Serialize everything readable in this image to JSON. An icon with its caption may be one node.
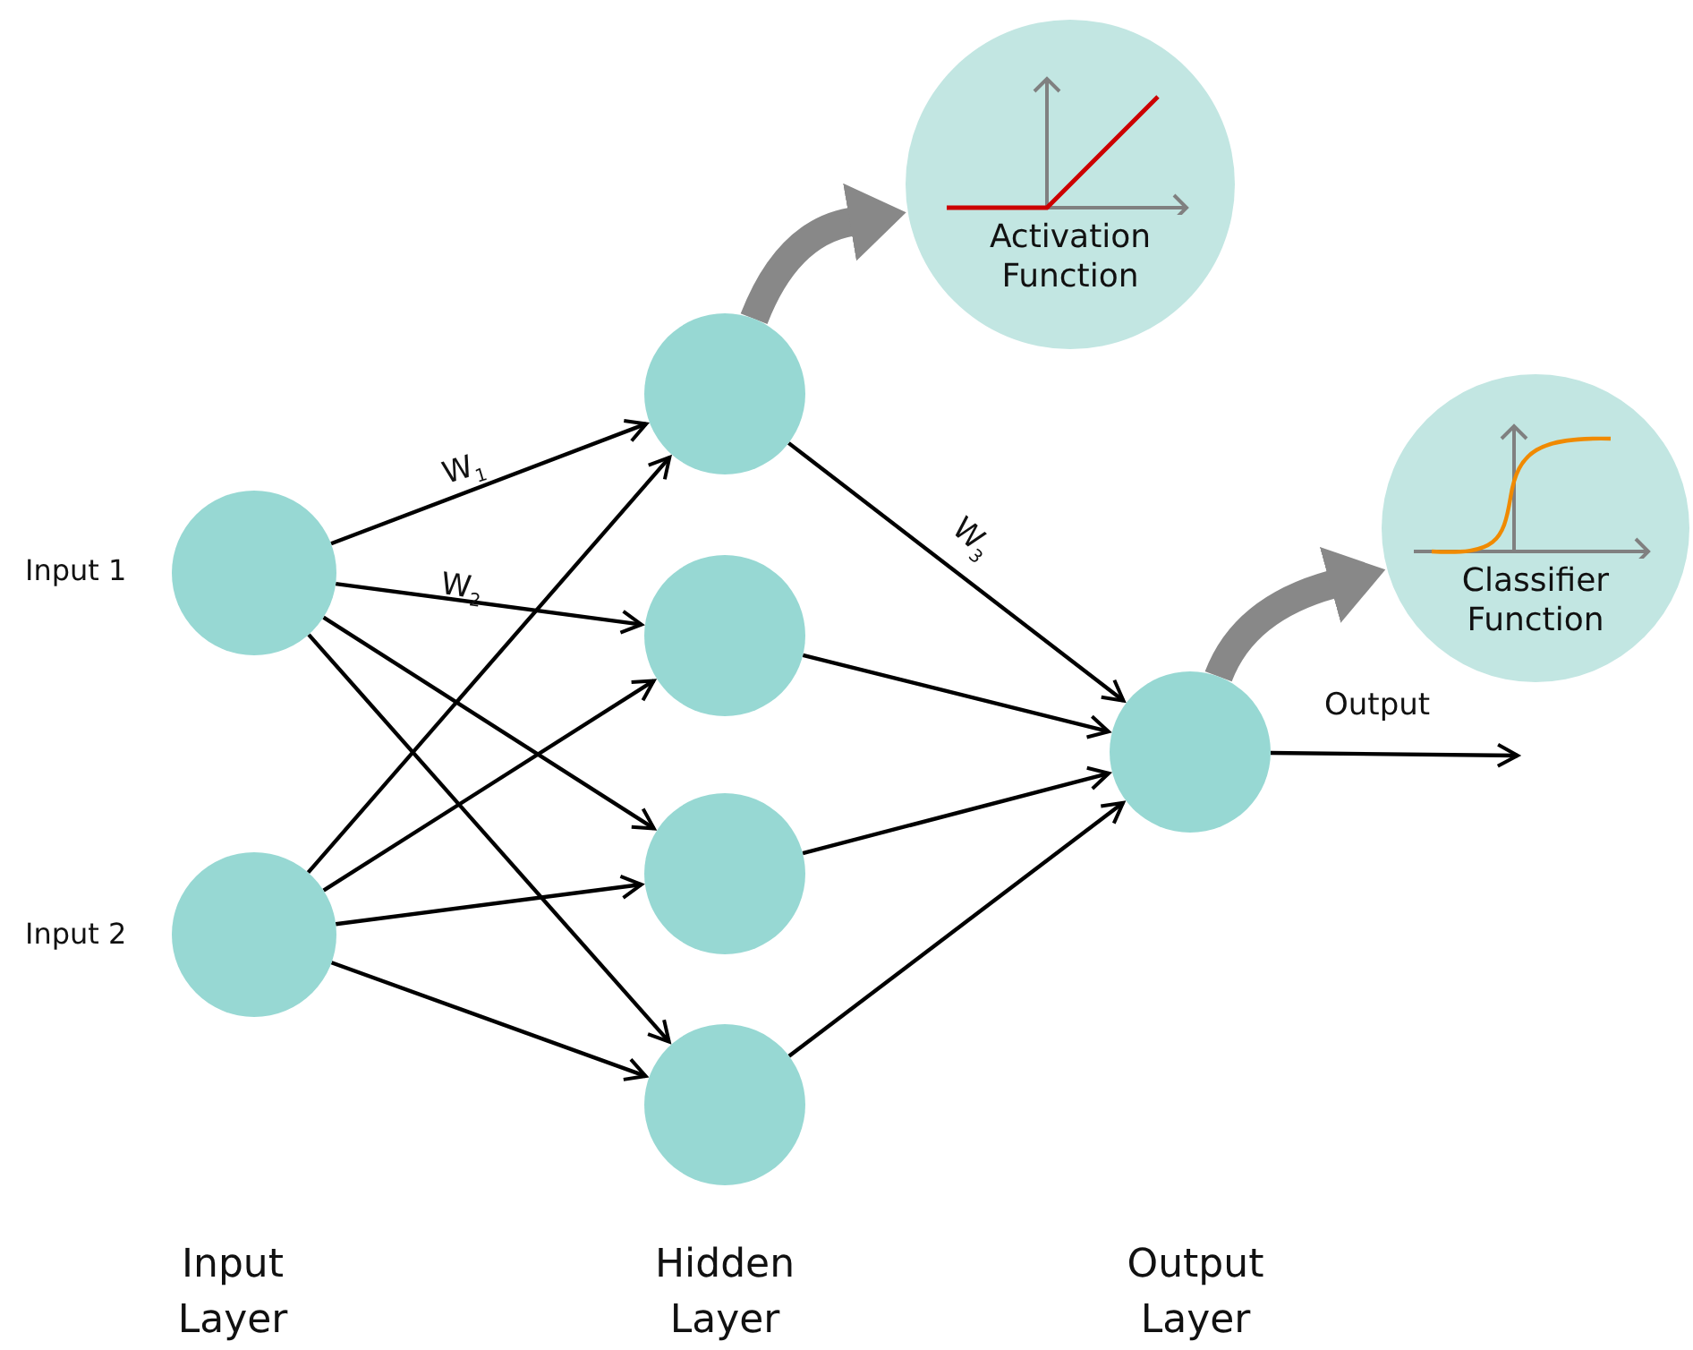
{
  "diagram": {
    "nodes": [
      {
        "text": [],
        "shape": "circle",
        "beside": [
          "Input 1"
        ]
      },
      {
        "text": [],
        "shape": "circle",
        "beside": [
          "Input 2"
        ]
      },
      {
        "text": [],
        "shape": "circle"
      },
      {
        "text": [],
        "shape": "circle"
      },
      {
        "text": [],
        "shape": "circle"
      },
      {
        "text": [],
        "shape": "circle"
      },
      {
        "text": [],
        "shape": "circle"
      },
      {
        "text": [
          "Activation Function"
        ]
      },
      {
        "text": [
          "Classifier Function"
        ]
      }
    ],
    "edges": [
      {
        "from": 0,
        "to": 2,
        "arrow": "to",
        "label": "W$_{1}$"
      },
      {
        "from": 0,
        "to": 3,
        "arrow": "to",
        "label": "W$_{2}$"
      },
      {
        "from": 0,
        "to": 4,
        "arrow": "to"
      },
      {
        "from": 0,
        "to": 5,
        "arrow": "to"
      },
      {
        "from": 1,
        "to": 2,
        "arrow": "to"
      },
      {
        "from": 1,
        "to": 3,
        "arrow": "to"
      },
      {
        "from": 1,
        "to": 4,
        "arrow": "to"
      },
      {
        "from": 1,
        "to": 5,
        "arrow": "to"
      },
      {
        "from": 2,
        "to": 6,
        "arrow": "to",
        "label": "W$_{3}$"
      },
      {
        "from": 3,
        "to": 6,
        "arrow": "to"
      },
      {
        "from": 4,
        "to": 6,
        "arrow": "to"
      },
      {
        "from": 5,
        "to": 6,
        "arrow": "to"
      },
      {
        "from": 6,
        "to": null,
        "arrow": "to",
        "label": "Output"
      },
      {
        "from": 2,
        "to": 7,
        "arrow": "to",
        "style": "thick",
        "color": "#888888"
      },
      {
        "from": 6,
        "to": 8,
        "arrow": "to",
        "style": "thick",
        "color": "#888888"
      }
    ],
    "labels": [
      "Input Layer",
      "Hidden Layer",
      "Output Layer"
    ]
  }
}
